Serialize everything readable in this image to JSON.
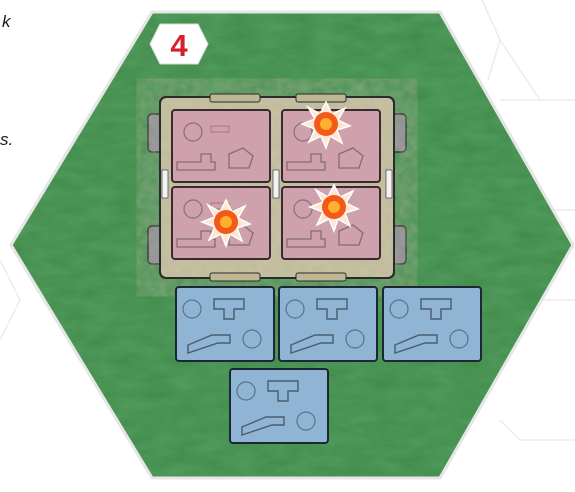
{
  "badge": {
    "number": "4",
    "color": "#d61f2e"
  },
  "left_text_fragments": [
    "k",
    "s."
  ],
  "colors": {
    "board_green": "#3f8a48",
    "enemy_card": "#cfa1ac",
    "friendly_card": "#8fb4d4",
    "frame": "#c9c3a2",
    "explosion": "#f25a1a"
  },
  "enemy_cards": [
    {
      "hit": false
    },
    {
      "hit": true
    },
    {
      "hit": true
    },
    {
      "hit": true
    }
  ],
  "friendly_cards": [
    {},
    {},
    {},
    {}
  ],
  "icons": {
    "hex": "hex-board-icon",
    "badge": "number-badge",
    "explosion": "explosion-icon",
    "ship": "ship-silhouette-icon",
    "cannon": "cannon-icon"
  }
}
